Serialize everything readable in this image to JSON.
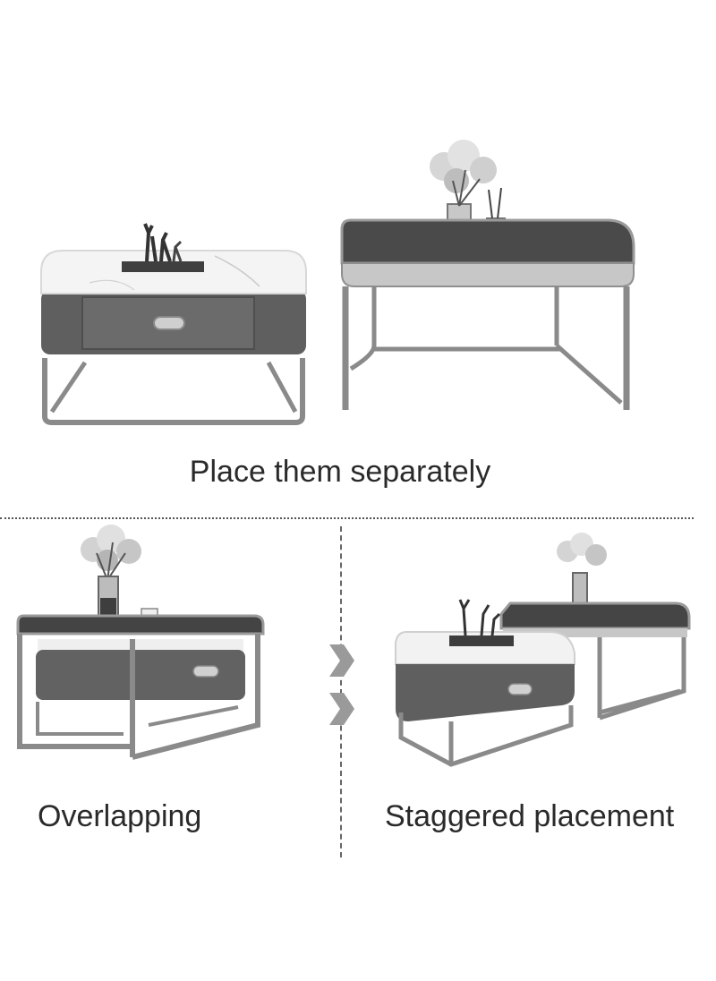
{
  "captions": {
    "separately": "Place them separately",
    "overlapping": "Overlapping",
    "staggered": "Staggered placement"
  },
  "icons": {
    "arrow": "chevron-right-icon"
  },
  "colors": {
    "background": "#ffffff",
    "metal": "#8a8a8a",
    "drawer": "#5f5f5f",
    "glass": "#4a4a4a",
    "marble": "#f3f3f3",
    "arrow": "#9a9a9a",
    "text": "#2a2a2a"
  }
}
